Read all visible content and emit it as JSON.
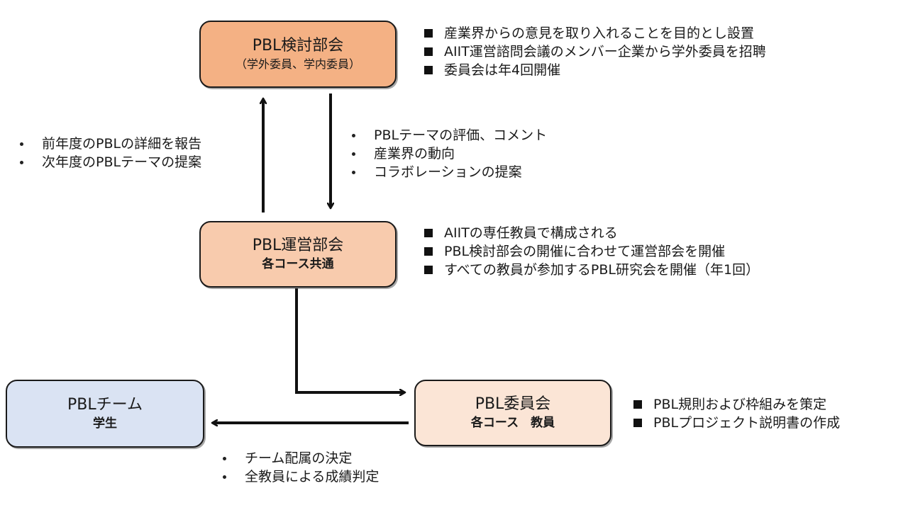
{
  "nodes": {
    "review_committee": {
      "title": "PBL検討部会",
      "subtitle": "（学外委員、学内委員）",
      "color": "#f4b184",
      "notes": [
        "産業界からの意見を取り入れることを目的とし設置",
        "AIIT運営諮問会議のメンバー企業から学外委員を招聘",
        "委員会は年4回開催"
      ]
    },
    "steering_committee": {
      "title": "PBL運営部会",
      "subtitle": "各コース共通",
      "color": "#f8cbad",
      "notes": [
        "AIITの専任教員で構成される",
        "PBL検討部会の開催に合わせて運営部会を開催",
        "すべての教員が参加するPBL研究会を開催（年1回）"
      ]
    },
    "pbl_committee": {
      "title": "PBL委員会",
      "subtitle": "各コース　教員",
      "color": "#fbe5d6",
      "notes": [
        "PBL規則および枠組みを策定",
        "PBLプロジェクト説明書の作成"
      ]
    },
    "pbl_team": {
      "title": "PBLチーム",
      "subtitle": "学生",
      "color": "#dae3f3"
    }
  },
  "edges": {
    "steering_to_review": {
      "from": "PBL運営部会",
      "to": "PBL検討部会",
      "labels": [
        "前年度のPBLの詳細を報告",
        "次年度のPBLテーマの提案"
      ]
    },
    "review_to_steering": {
      "from": "PBL検討部会",
      "to": "PBL運営部会",
      "labels": [
        "PBLテーマの評価、コメント",
        "産業界の動向",
        "コラボレーションの提案"
      ]
    },
    "steering_to_committee": {
      "from": "PBL運営部会",
      "to": "PBL委員会",
      "labels": []
    },
    "committee_to_team": {
      "from": "PBL委員会",
      "to": "PBLチーム",
      "labels": [
        "チーム配属の決定",
        "全教員による成績判定"
      ]
    }
  }
}
